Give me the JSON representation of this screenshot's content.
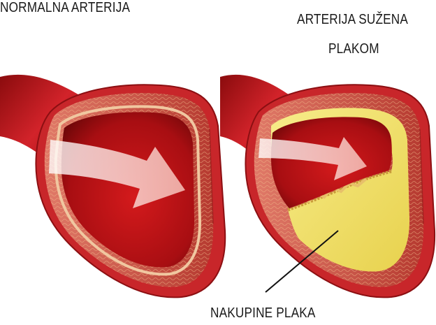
{
  "labels": {
    "normal_artery": "NORMALNA ARTERIJA",
    "narrowed_artery_line1": "ARTERIJA SUŽENA",
    "narrowed_artery_line2": "PLAKOM",
    "plaque_deposits": "NAKUPINE PLAKA"
  },
  "colors": {
    "artery_red": "#c8161a",
    "artery_dark": "#7e0a0c",
    "wall_pink": "#d9786a",
    "plaque_yellow": "#f0e06a",
    "arrow_pink": "#f3c9c3",
    "text": "#1a1a1a"
  }
}
